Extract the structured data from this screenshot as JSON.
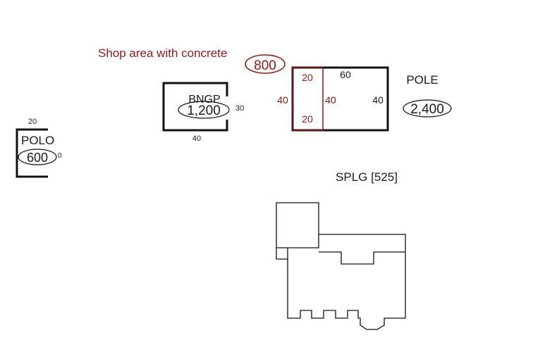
{
  "colors": {
    "red": "#8b1a1a",
    "black": "#111111",
    "background": "#ffffff"
  },
  "annotation": {
    "shop_area_label": "Shop area with concrete",
    "shop_area_value": "800"
  },
  "polo": {
    "code": "POLO",
    "area": "600",
    "dim_top": "20",
    "dim_right": "0"
  },
  "bngp": {
    "code": "BNGP",
    "area": "1,200",
    "dim_right": "30",
    "dim_bottom": "40"
  },
  "pole": {
    "code": "POLE",
    "area": "2,400",
    "dim_top": "60",
    "dim_left": "40",
    "dim_right": "40",
    "dim_mid": "40",
    "dim_sub_top": "20",
    "dim_sub_bottom": "20"
  },
  "splg": {
    "label": "SPLG [525]"
  }
}
